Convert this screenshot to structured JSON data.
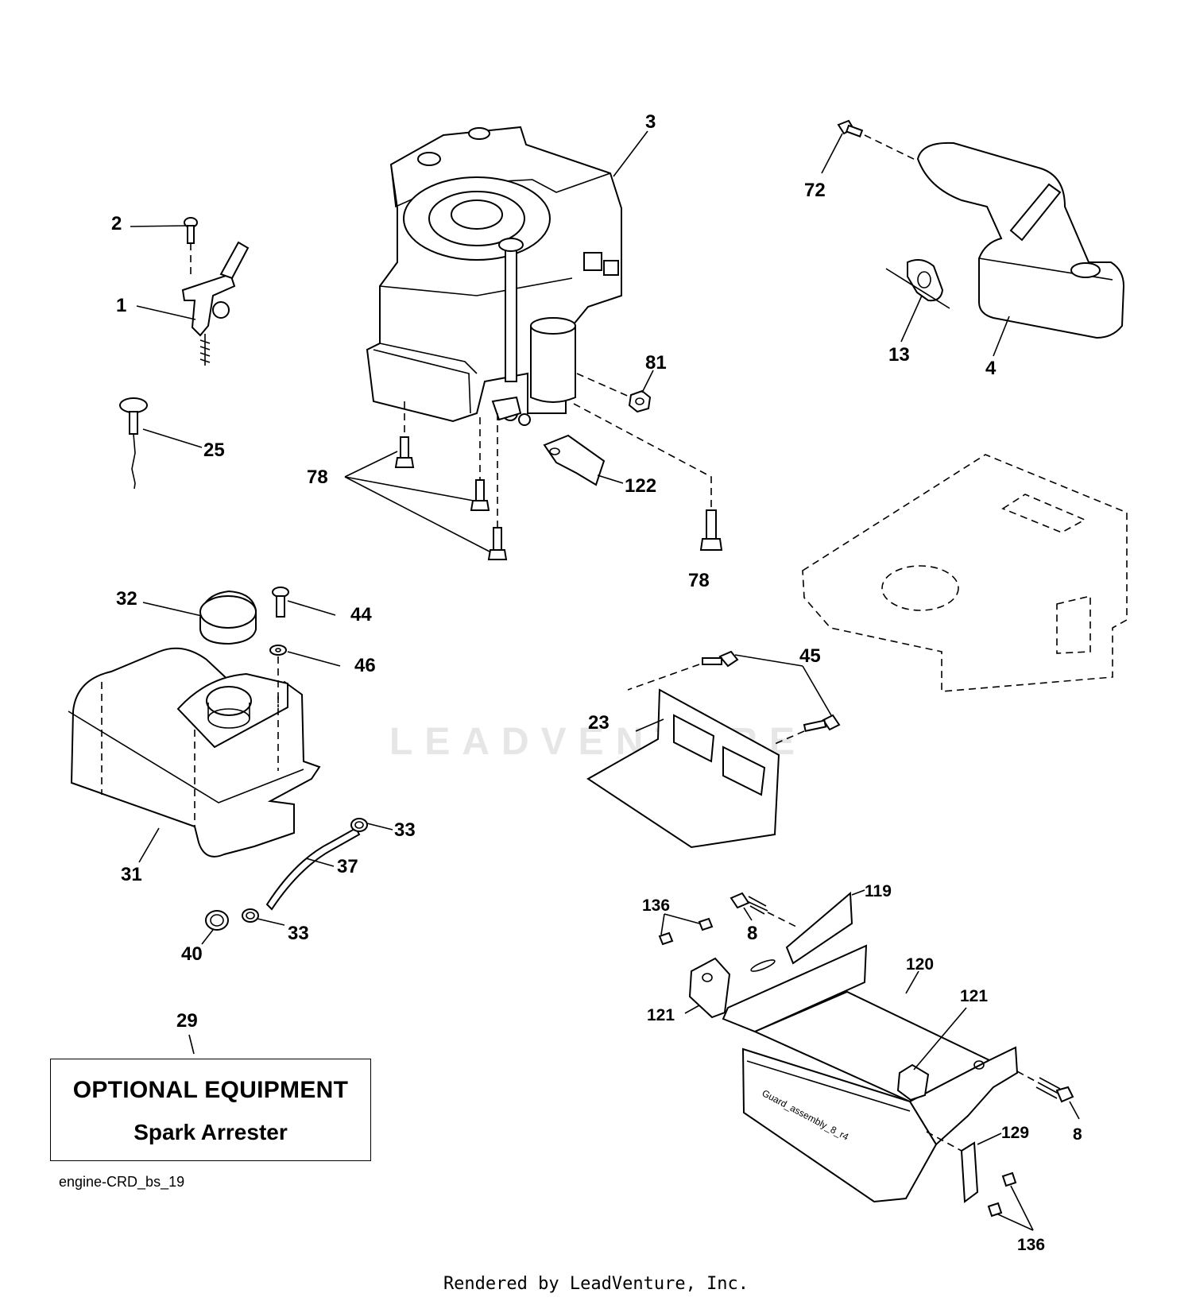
{
  "watermark": "LEADVENTURE",
  "callouts": {
    "c1": "1",
    "c2": "2",
    "c3": "3",
    "c4": "4",
    "c8a": "8",
    "c8b": "8",
    "c13": "13",
    "c23": "23",
    "c25": "25",
    "c29": "29",
    "c31": "31",
    "c32": "32",
    "c33a": "33",
    "c33b": "33",
    "c37": "37",
    "c40": "40",
    "c44": "44",
    "c45": "45",
    "c46": "46",
    "c72": "72",
    "c78a": "78",
    "c78b": "78",
    "c81": "81",
    "c119": "119",
    "c120": "120",
    "c121a": "121",
    "c121b": "121",
    "c122": "122",
    "c129": "129",
    "c136a": "136",
    "c136b": "136"
  },
  "optional_equipment": {
    "title": "OPTIONAL EQUIPMENT",
    "subtitle": "Spark Arrester"
  },
  "guard_stamp": "Guard_assembly_8_r4",
  "diagram_id": "engine-CRD_bs_19",
  "footer": "Rendered by LeadVenture, Inc."
}
